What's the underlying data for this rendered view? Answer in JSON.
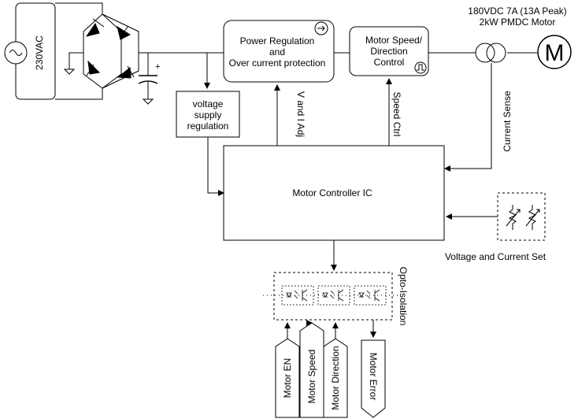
{
  "source": {
    "label": "230VAC"
  },
  "motor": {
    "rating_line1": "180VDC 7A (13A Peak)",
    "rating_line2": "2kW PMDC Motor",
    "symbol": "M"
  },
  "capacitor": {
    "polarity": "+"
  },
  "blocks": {
    "voltage_reg": {
      "line1": "voltage",
      "line2": "supply",
      "line3": "regulation"
    },
    "power_reg": {
      "line1": "Power Regulation",
      "line2": "and",
      "line3": "Over current protection"
    },
    "motor_speed": {
      "line1": "Motor Speed/",
      "line2": "Direction",
      "line3": "Control"
    },
    "controller": {
      "label": "Motor Controller IC"
    }
  },
  "signals": {
    "v_i_adj": "V and I Adj",
    "speed_ctrl": "Speed Ctrl",
    "current_sense": "Current  Sense",
    "vc_set": "Voltage and Current Set",
    "opto": "Opto-Isolation"
  },
  "inputs": [
    "Motor EN",
    "Motor Speed",
    "Motor Direction"
  ],
  "outputs": [
    "Motor Error"
  ],
  "icons": {
    "power_reg": "power-button-icon",
    "motor_speed": "pwm-signal-icon",
    "source": "ac-source-icon",
    "rectifier": "diode-bridge-icon",
    "transformer": "current-transformer-icon",
    "ground": "ground-icon",
    "potentiometer": "potentiometer-icon",
    "optocoupler": "optocoupler-icon"
  }
}
